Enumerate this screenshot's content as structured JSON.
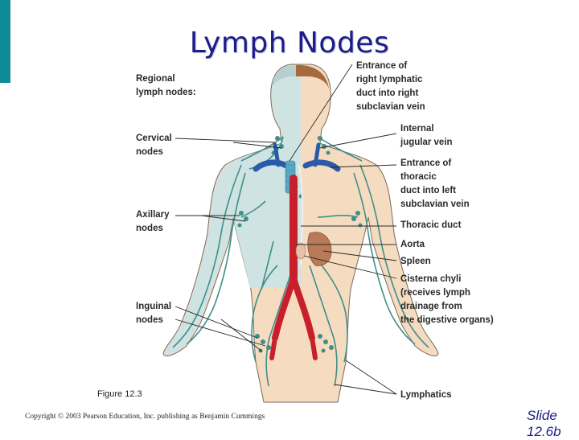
{
  "title": "Lymph Nodes",
  "labels_left": {
    "regional": "Regional\nlymph nodes:",
    "cervical": "Cervical\nnodes",
    "axillary": "Axillary\nnodes",
    "inguinal": "Inguinal\nnodes"
  },
  "labels_right": {
    "right_duct": "Entrance of\nright lymphatic\nduct into right\nsubclavian vein",
    "jugular": "Internal\njugular vein",
    "thoracic_entrance": "Entrance of\nthoracic\nduct into left\nsubclavian vein",
    "thoracic_duct": "Thoracic duct",
    "aorta": "Aorta",
    "spleen": "Spleen",
    "cisterna": "Cisterna chyli\n(receives lymph\ndrainage from\nthe digestive organs)",
    "lymphatics": "Lymphatics"
  },
  "figure_caption": "Figure 12.3",
  "copyright": "Copyright © 2003 Pearson Education, Inc. publishing as Benjamin Cummings",
  "slide_label": "Slide\n12.6b",
  "colors": {
    "accent_bar": "#0e8b96",
    "title": "#1c1c8a",
    "drained_region": "#cfe3e3",
    "skin": "#f5dcc0",
    "lymph": "#3e8f8a",
    "artery": "#c8202a",
    "vein": "#2a5aa8",
    "spleen": "#b87a58"
  }
}
